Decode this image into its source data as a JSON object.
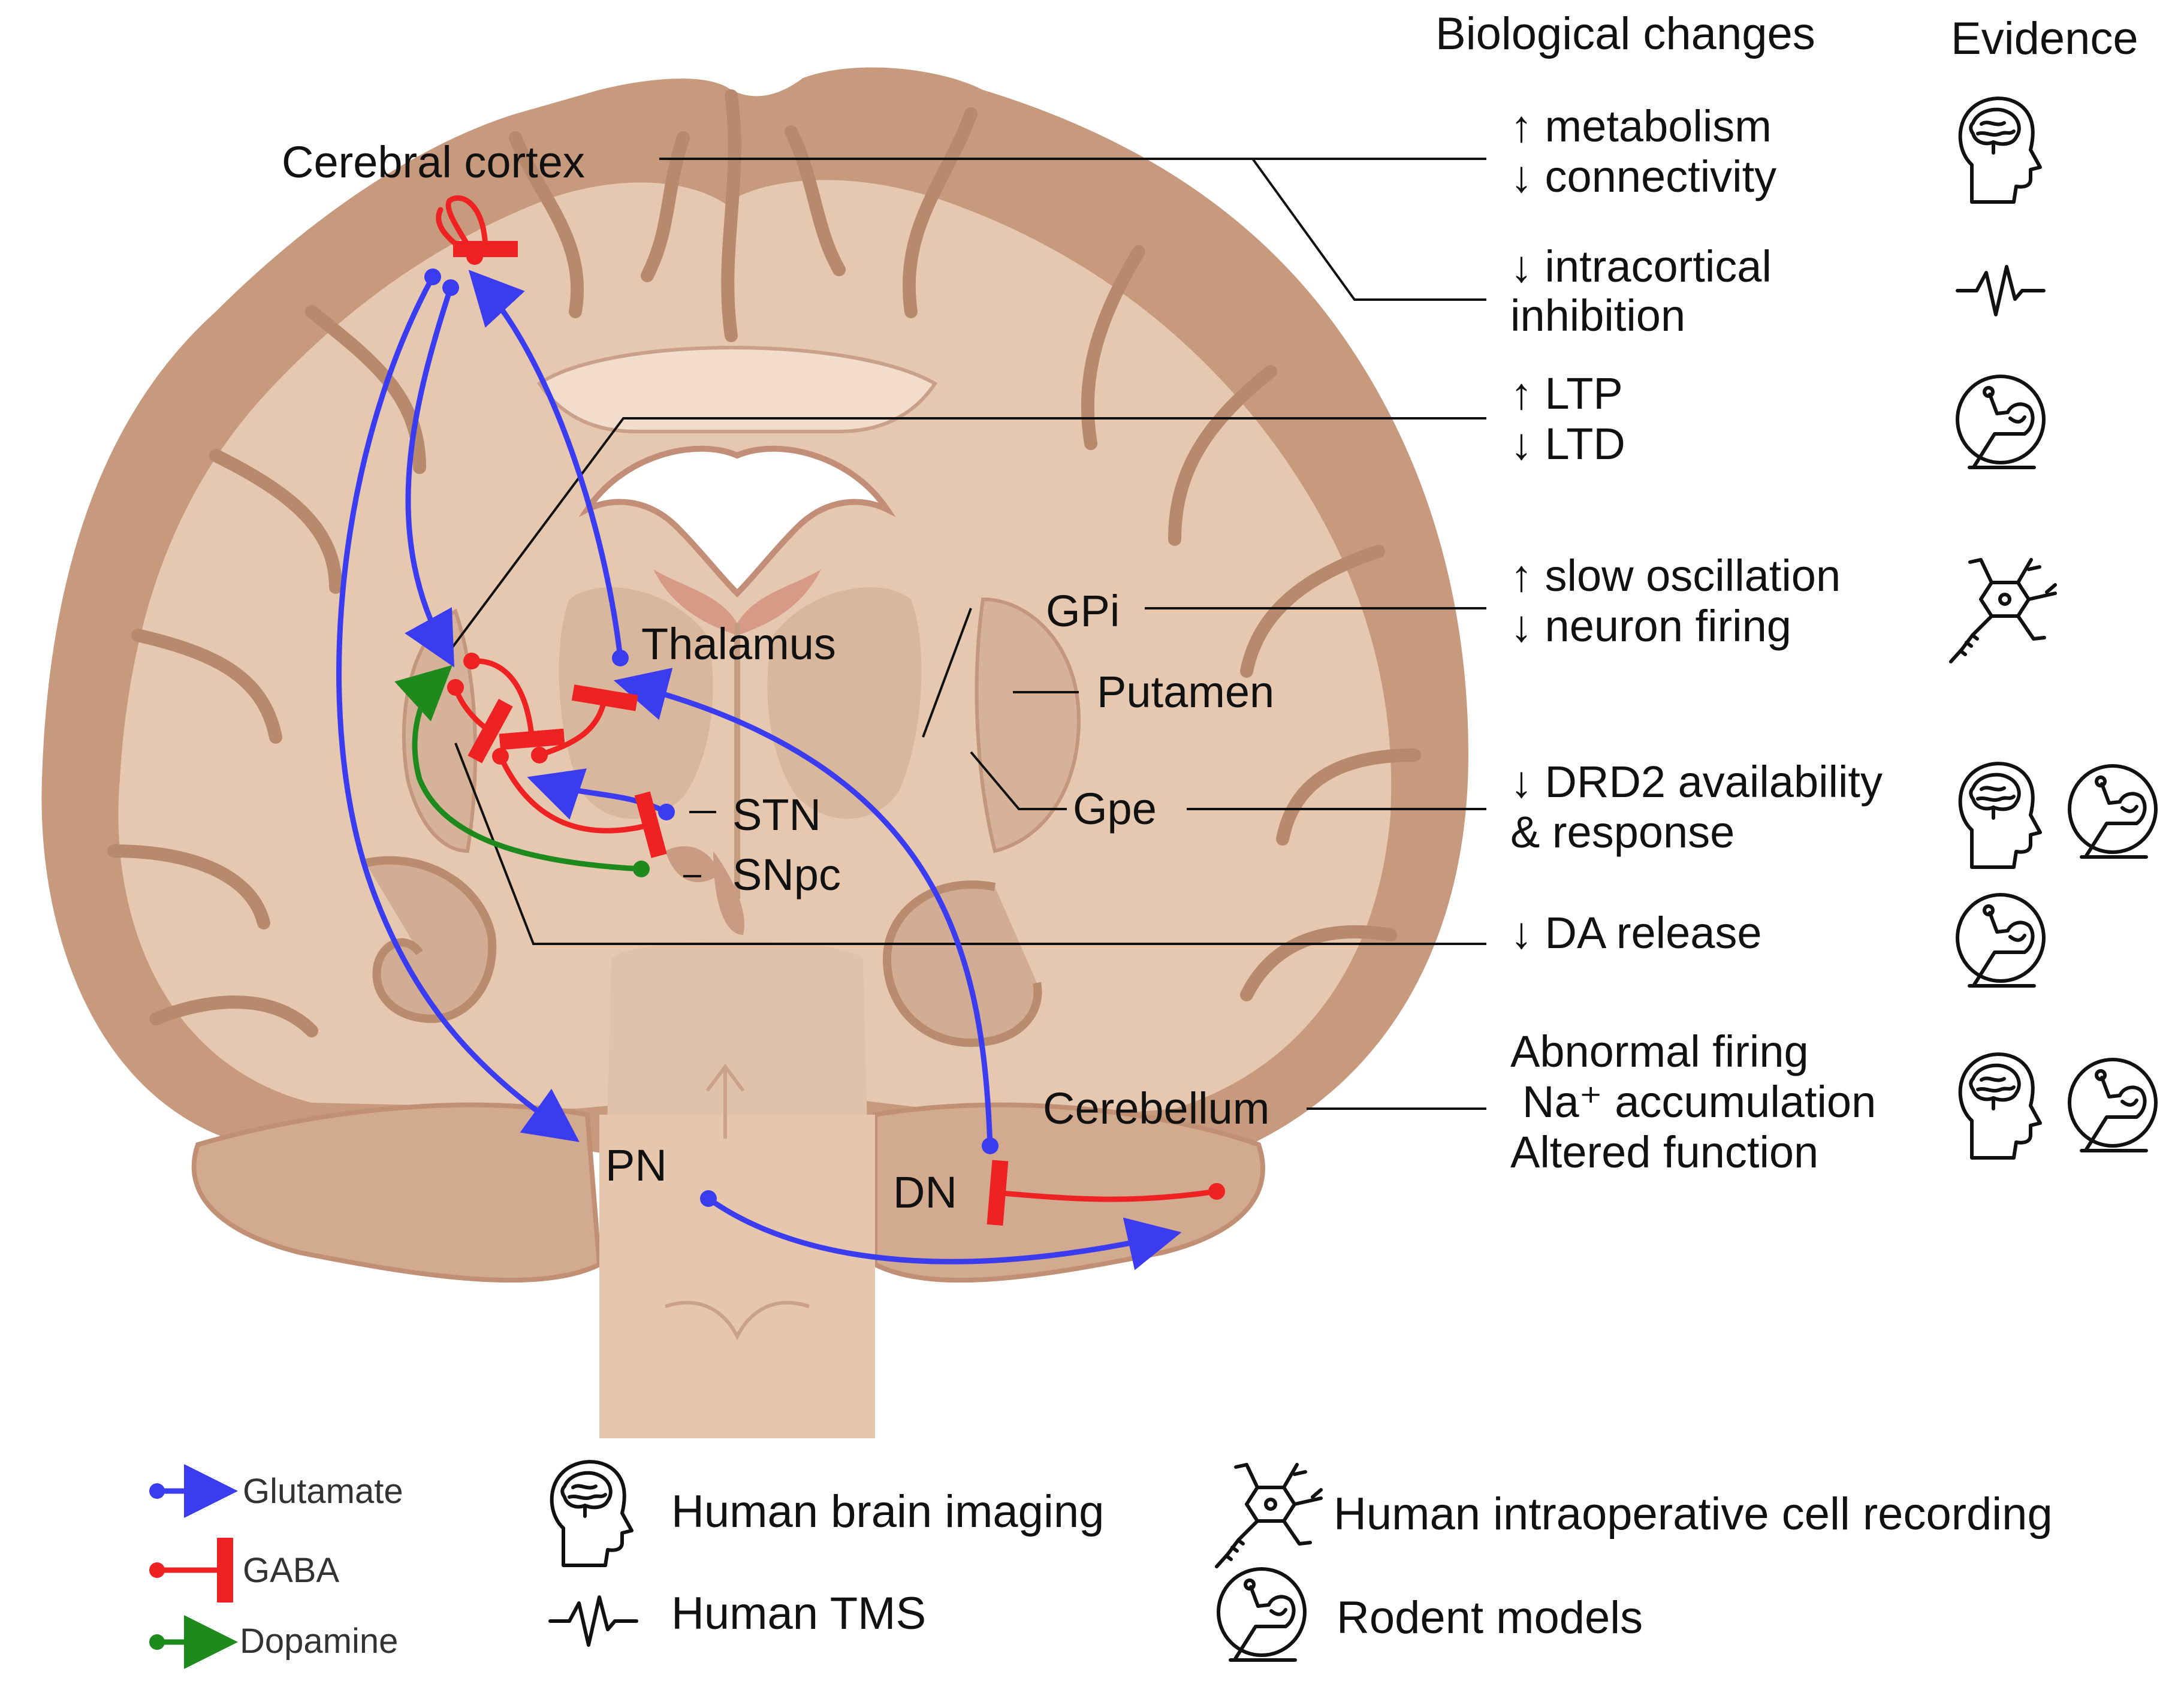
{
  "header": {
    "biological_changes": "Biological changes",
    "evidence": "Evidence"
  },
  "regions": {
    "cerebral_cortex": "Cerebral cortex",
    "thalamus": "Thalamus",
    "stn": "STN",
    "snpc": "SNpc",
    "gpi": "GPi",
    "putamen": "Putamen",
    "gpe": "Gpe",
    "cerebellum": "Cerebellum",
    "pn": "PN",
    "dn": "DN"
  },
  "changes": [
    {
      "lines": [
        "↑ metabolism",
        "↓ connectivity"
      ],
      "evidence": [
        "brain-imaging"
      ]
    },
    {
      "lines": [
        "↓ intracortical",
        "inhibition"
      ],
      "evidence": [
        "tms"
      ]
    },
    {
      "lines": [
        "↑ LTP",
        "↓ LTD"
      ],
      "evidence": [
        "rodent"
      ]
    },
    {
      "lines": [
        "↑ slow oscillation",
        "↓ neuron firing"
      ],
      "evidence": [
        "cell-recording"
      ]
    },
    {
      "lines": [
        "↓ DRD2 availability",
        "& response"
      ],
      "evidence": [
        "brain-imaging",
        "rodent"
      ]
    },
    {
      "lines": [
        "↓ DA release"
      ],
      "evidence": [
        "rodent"
      ]
    },
    {
      "lines": [
        "Abnormal firing",
        "Na⁺ accumulation",
        "Altered function"
      ],
      "evidence": [
        "brain-imaging",
        "rodent"
      ]
    }
  ],
  "legend": {
    "glutamate": "Glutamate",
    "gaba": "GABA",
    "dopamine": "Dopamine"
  },
  "evidence_key": {
    "brain_imaging": "Human brain imaging",
    "tms": "Human TMS",
    "cell_recording": "Human intraoperative cell recording",
    "rodent": "Rodent models"
  },
  "colors": {
    "glutamate": "#3b3bf0",
    "gaba": "#ee2222",
    "dopamine": "#1e8a1e",
    "tissue": "#e2c0a6",
    "cortex_dark": "#c89c80"
  }
}
